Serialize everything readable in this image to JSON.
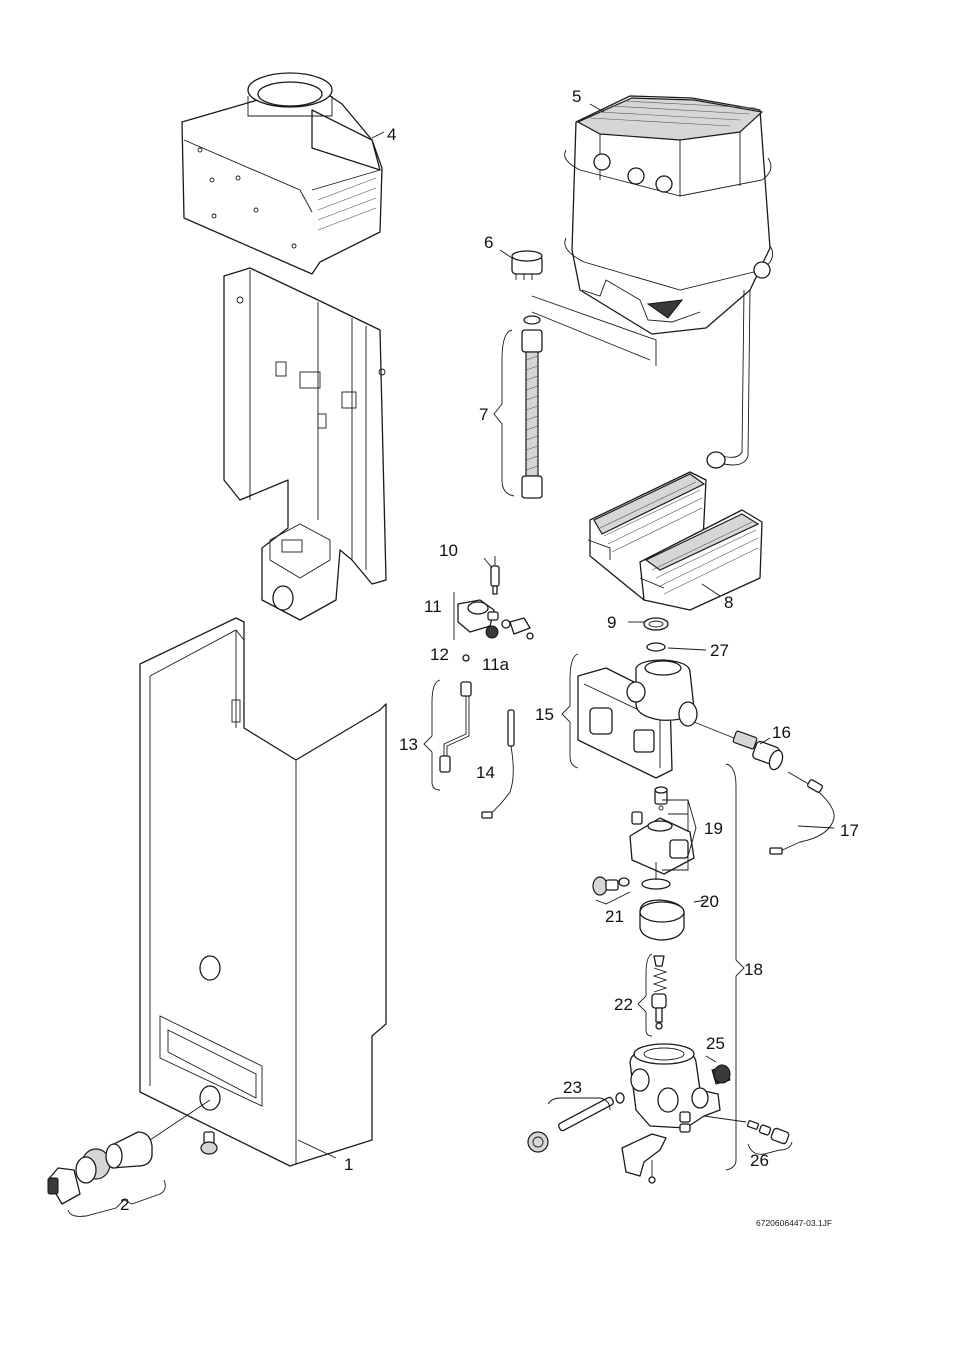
{
  "callouts": {
    "p1": "1",
    "p2": "2",
    "p4": "4",
    "p5": "5",
    "p6": "6",
    "p7": "7",
    "p8": "8",
    "p9": "9",
    "p10": "10",
    "p11": "11",
    "p11a": "11a",
    "p12": "12",
    "p13": "13",
    "p14": "14",
    "p15": "15",
    "p16": "16",
    "p17": "17",
    "p18": "18",
    "p19": "19",
    "p20": "20",
    "p21": "21",
    "p22": "22",
    "p23": "23",
    "p25": "25",
    "p26": "26",
    "p27": "27"
  },
  "reference_code": "6720606447-03.1JF"
}
